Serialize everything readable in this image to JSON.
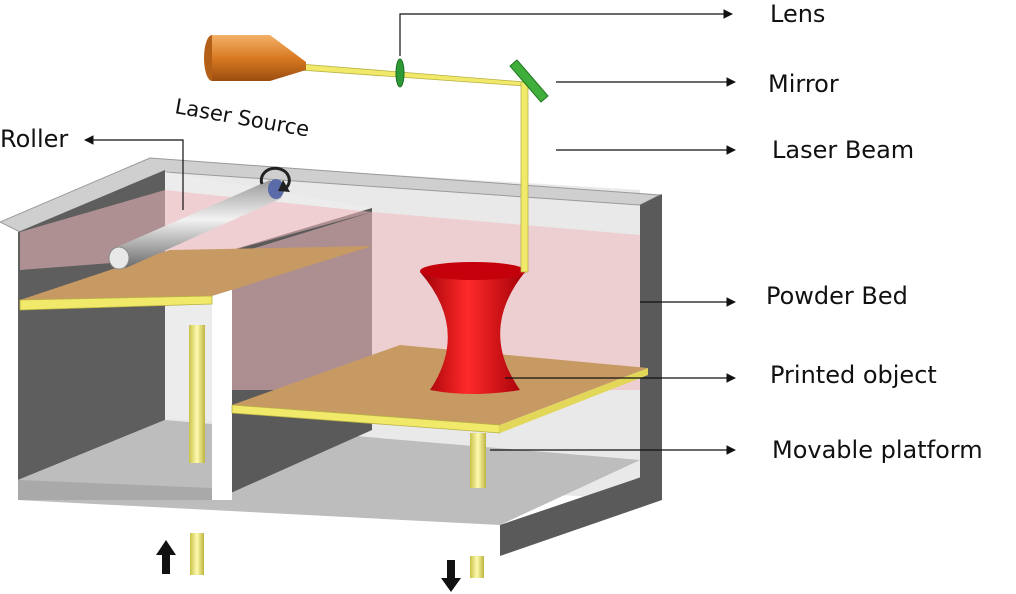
{
  "labels": {
    "lens": "Lens",
    "mirror": "Mirror",
    "laser_beam": "Laser Beam",
    "powder_bed": "Powder Bed",
    "printed_object": "Printed object",
    "movable_platform": "Movable platform",
    "roller": "Roller",
    "laser_source": "Laser Source"
  },
  "colors": {
    "powder": "#c79a63",
    "chamber_tint": "#f2b9be",
    "object": "#e0151c",
    "beam": "#f0e96a",
    "mirror": "#3fae3a",
    "laser_body": "#e08a2e",
    "wall_dark": "#5a5a5a",
    "wall_light": "#c8c8c8"
  }
}
